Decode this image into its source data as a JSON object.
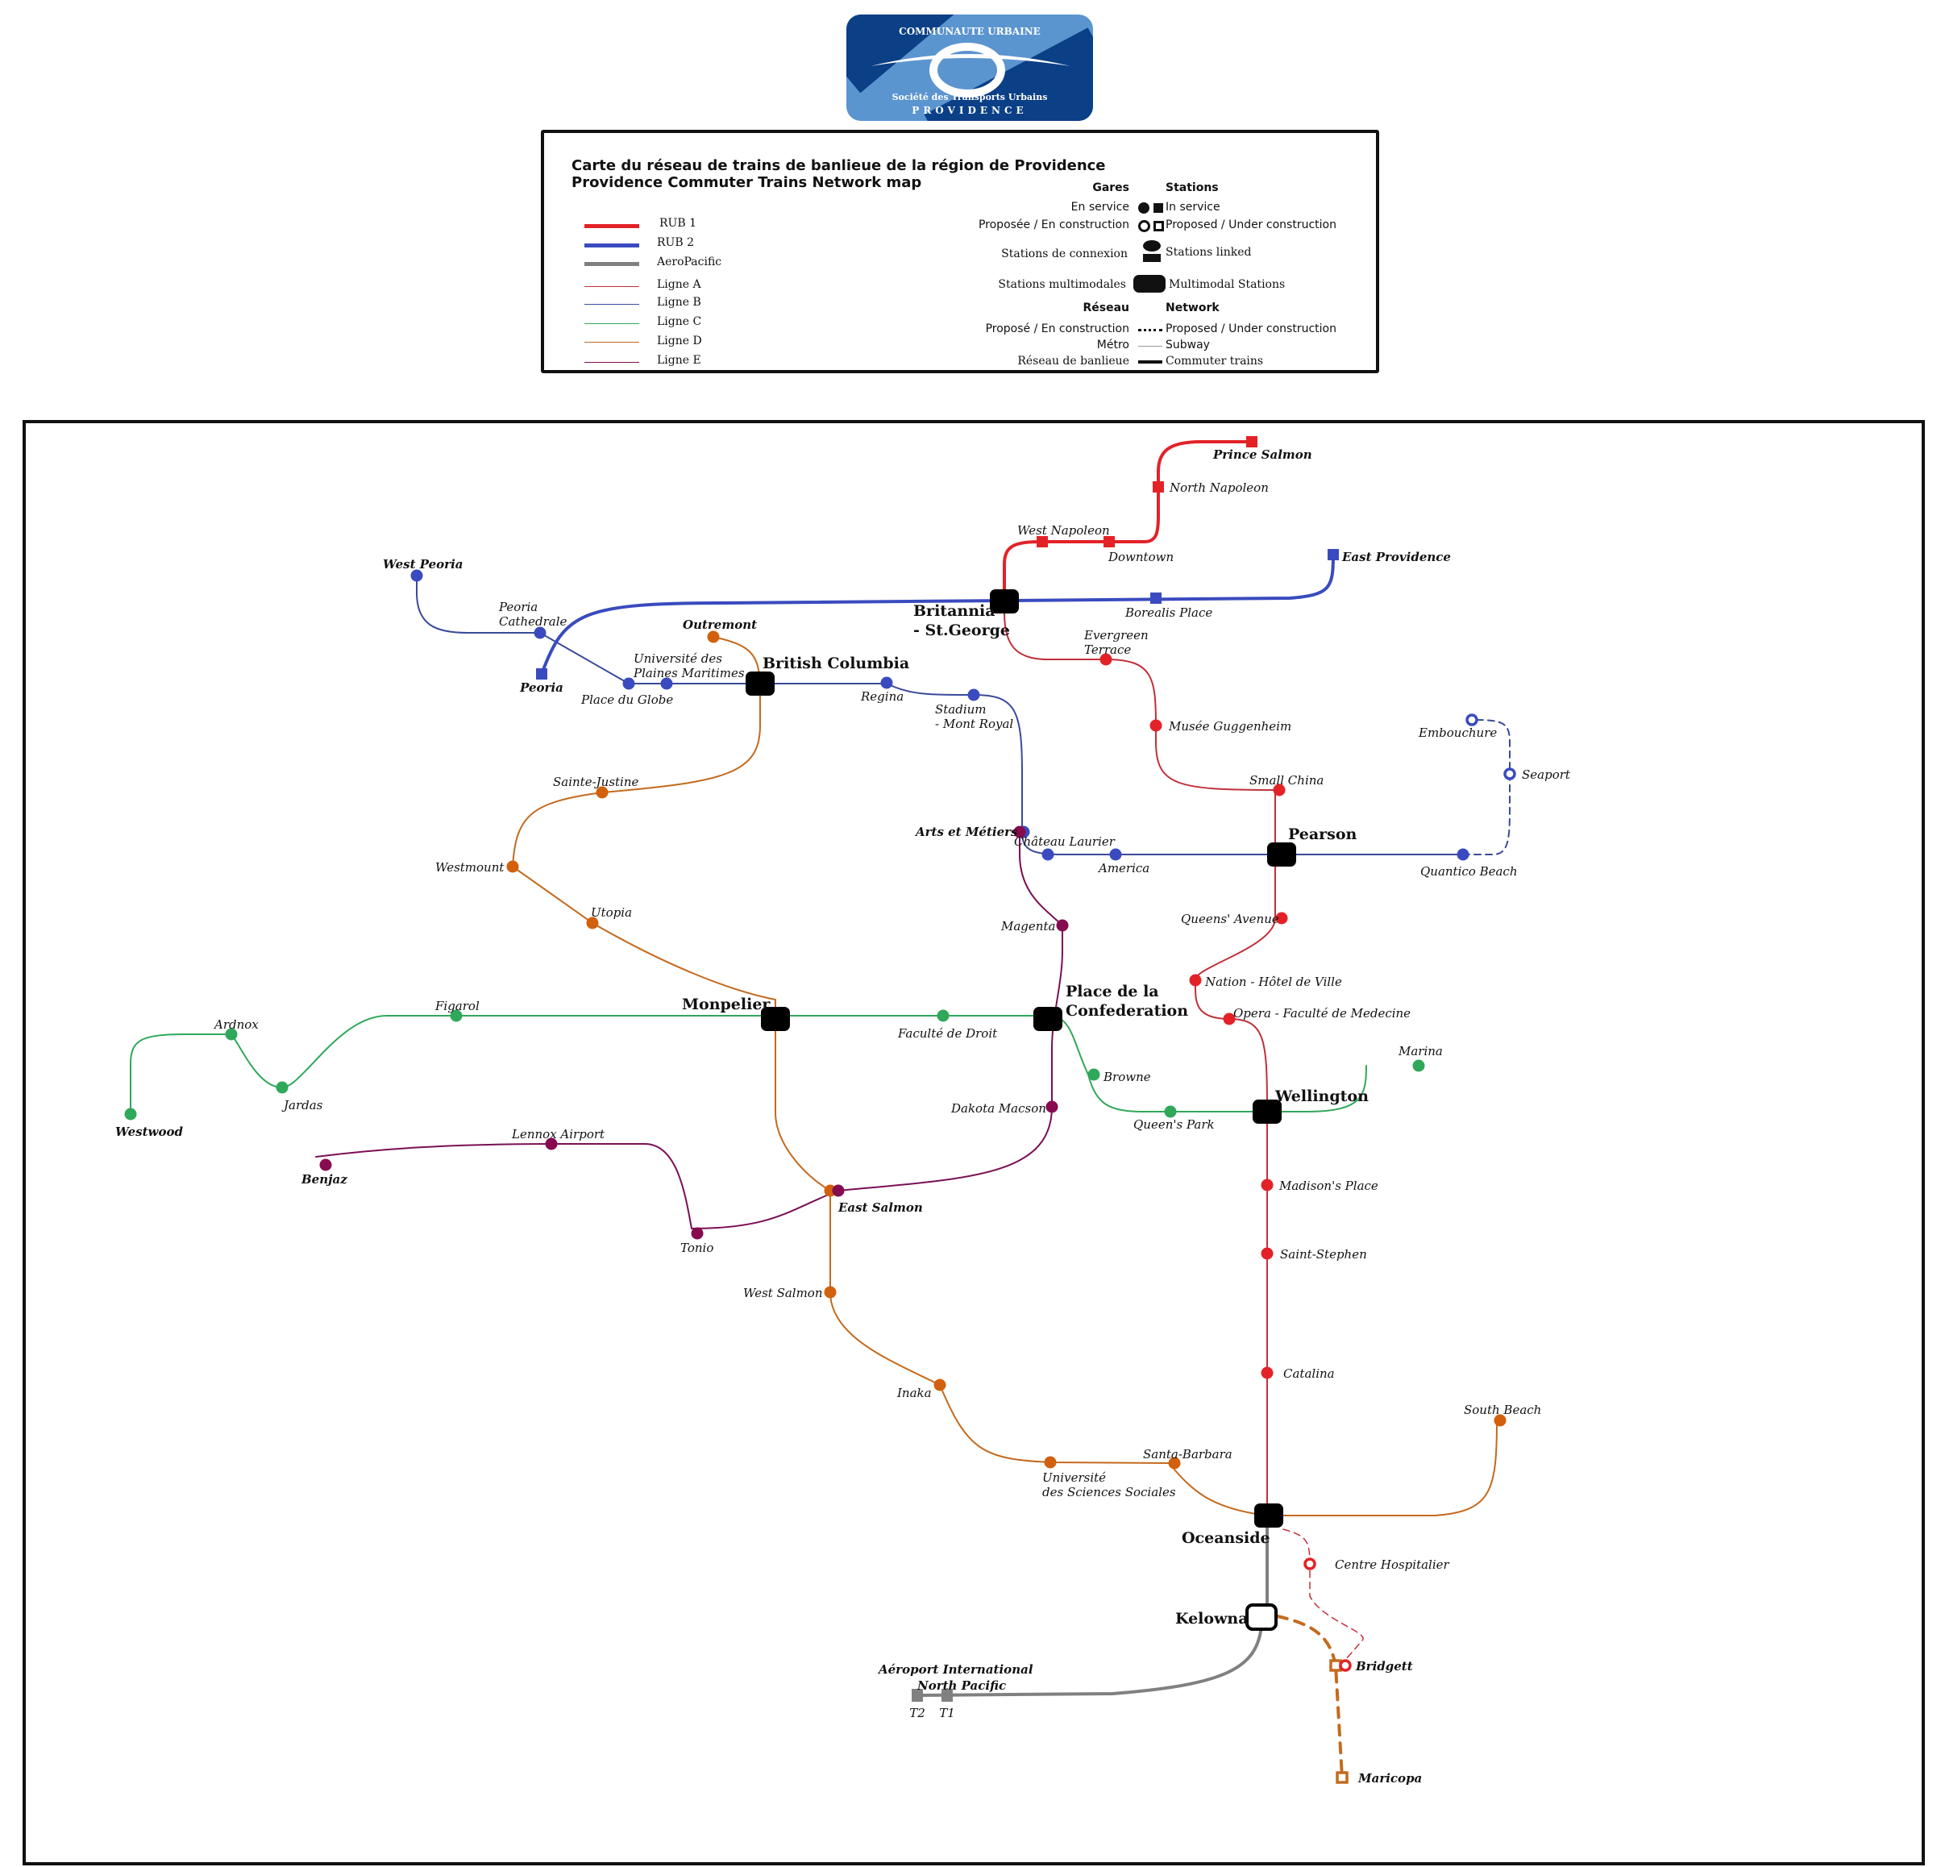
{
  "logo": {
    "line1": "COMMUNAUTE URBAINE",
    "line2": "Société des Transports Urbains",
    "line3": "PROVIDENCE",
    "colors": {
      "light": "#5b95cf",
      "dark": "#0b3f86"
    }
  },
  "legend": {
    "title_fr": "Carte du réseau de trains de banlieue de la région de Providence",
    "title_en": "Providence  Commuter Trains Network map",
    "lines": [
      {
        "label": "RUB 1",
        "color": "#e32228",
        "weight": "thick"
      },
      {
        "label": "RUB 2",
        "color": "#3a4bbf",
        "weight": "thick"
      },
      {
        "label": "AeroPacific",
        "color": "#808080",
        "weight": "thick"
      },
      {
        "label": "Ligne A",
        "color": "#c0303a",
        "weight": "thin"
      },
      {
        "label": "Ligne B",
        "color": "#3a4a9a",
        "weight": "thin"
      },
      {
        "label": "Ligne C",
        "color": "#2fa85a",
        "weight": "thin"
      },
      {
        "label": "Ligne D",
        "color": "#c46a1e",
        "weight": "thin"
      },
      {
        "label": "Ligne E",
        "color": "#7a0f55",
        "weight": "thin"
      }
    ],
    "symbols": {
      "header_fr": "Gares",
      "header_en": "Stations",
      "in_service_fr": "En service",
      "in_service_en": "In service",
      "proposed_fr": "Proposée / En construction",
      "proposed_en": "Proposed / Under construction",
      "linked_fr": "Stations de connexion",
      "linked_en": "Stations linked",
      "multimodal_fr": "Stations multimodales",
      "multimodal_en": "Multimodal Stations",
      "network_fr": "Réseau",
      "network_en": "Network",
      "net_proposed_fr": "Proposé / En construction",
      "net_proposed_en": "Proposed / Under construction",
      "subway_fr": "Métro",
      "subway_en": "Subway",
      "commuter_fr": "Réseau de banlieue",
      "commuter_en": "Commuter trains"
    }
  },
  "map": {
    "stations": {
      "prince_salmon": "Prince Salmon",
      "north_napoleon": "North Napoleon",
      "west_napoleon": "West Napoleon",
      "downtown": "Downtown",
      "east_providence": "East Providence",
      "borealis_place": "Borealis Place",
      "britannia_1": "Britannia",
      "britannia_2": "- St.George",
      "west_peoria": "West Peoria",
      "peoria_cathedrale_1": "Peoria",
      "peoria_cathedrale_2": "Cathedrale",
      "peoria": "Peoria",
      "outremont": "Outremont",
      "univ_plaines_1": "Université des",
      "univ_plaines_2": "Plaines Maritimes",
      "place_du_globe": "Place du Globe",
      "british_columbia": "British Columbia",
      "regina": "Regina",
      "stadium_1": "Stadium",
      "stadium_2": "- Mont Royal",
      "evergreen_1": "Evergreen",
      "evergreen_2": "Terrace",
      "musee_guggenheim": "Musée Guggenheim",
      "embouchure": "Embouchure",
      "seaport": "Seaport",
      "small_china": "Small China",
      "sainte_justine": "Sainte-Justine",
      "arts_et_metiers": "Arts et Métiers",
      "chateau_laurier": "Château Laurier",
      "america": "America",
      "pearson": "Pearson",
      "quantico_beach": "Quantico Beach",
      "westmount": "Westmount",
      "utopia": "Utopia",
      "magenta": "Magenta",
      "queens_avenue": "Queens' Avenue",
      "nation": "Nation - Hôtel de Ville",
      "opera": "Opera - Faculté de Medecine",
      "figarol": "Figarol",
      "ardnox": "Ardnox",
      "monpelier": "Monpelier",
      "faculte_droit": "Faculté de Droit",
      "place_confed_1": "Place de la",
      "place_confed_2": "Confederation",
      "jardas": "Jardas",
      "westwood": "Westwood",
      "browne": "Browne",
      "marina": "Marina",
      "wellington": "Wellington",
      "queens_park": "Queen's Park",
      "dakota_macson": "Dakota Macson",
      "lennox_airport": "Lennox Airport",
      "benjaz": "Benjaz",
      "east_salmon": "East Salmon",
      "tonio": "Tonio",
      "madisons_place": "Madison's Place",
      "saint_stephen": "Saint-Stephen",
      "west_salmon": "West Salmon",
      "catalina": "Catalina",
      "inaka": "Inaka",
      "south_beach": "South Beach",
      "santa_barbara": "Santa-Barbara",
      "univ_sciences_1": "Université",
      "univ_sciences_2": "des Sciences Sociales",
      "oceanside": "Oceanside",
      "centre_hospitalier": "Centre Hospitalier",
      "kelowna": "Kelowna",
      "bridgett": "Bridgett",
      "airport_1": "Aéroport International",
      "airport_2": "North Pacific",
      "t2": "T2",
      "t1": "T1",
      "maricopa": "Maricopa"
    }
  }
}
